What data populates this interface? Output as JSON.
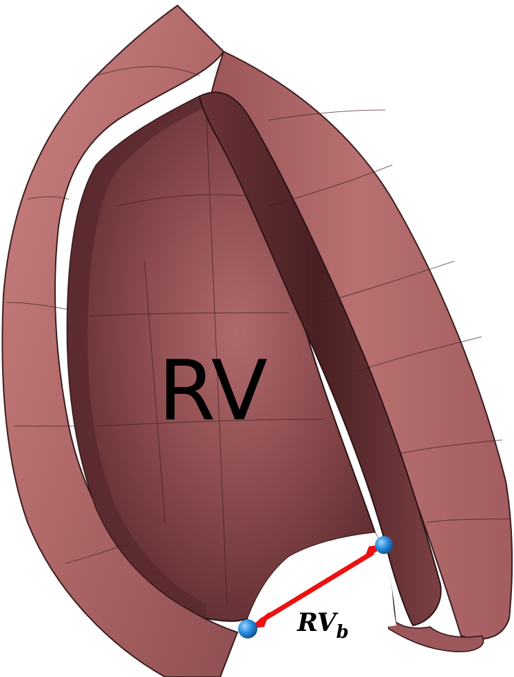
{
  "labels": {
    "chamber": "RV",
    "measurement_main": "RV",
    "measurement_sub": "b"
  },
  "colors": {
    "background": "#ffffff",
    "wall_outer": "#b36a6a",
    "wall_light": "#d48c8c",
    "wall_shadow": "#7a3f40",
    "cavity_dark": "#5a2a2d",
    "cavity_mid": "#8a4a4d",
    "mesh_line": "#3b1c1e",
    "arrow": "#ee1111",
    "landmark": "#2b8fe0",
    "text": "#000000"
  },
  "icons": {
    "measurement_arrow": "double-headed-arrow",
    "landmark_points": "sphere-marker"
  }
}
